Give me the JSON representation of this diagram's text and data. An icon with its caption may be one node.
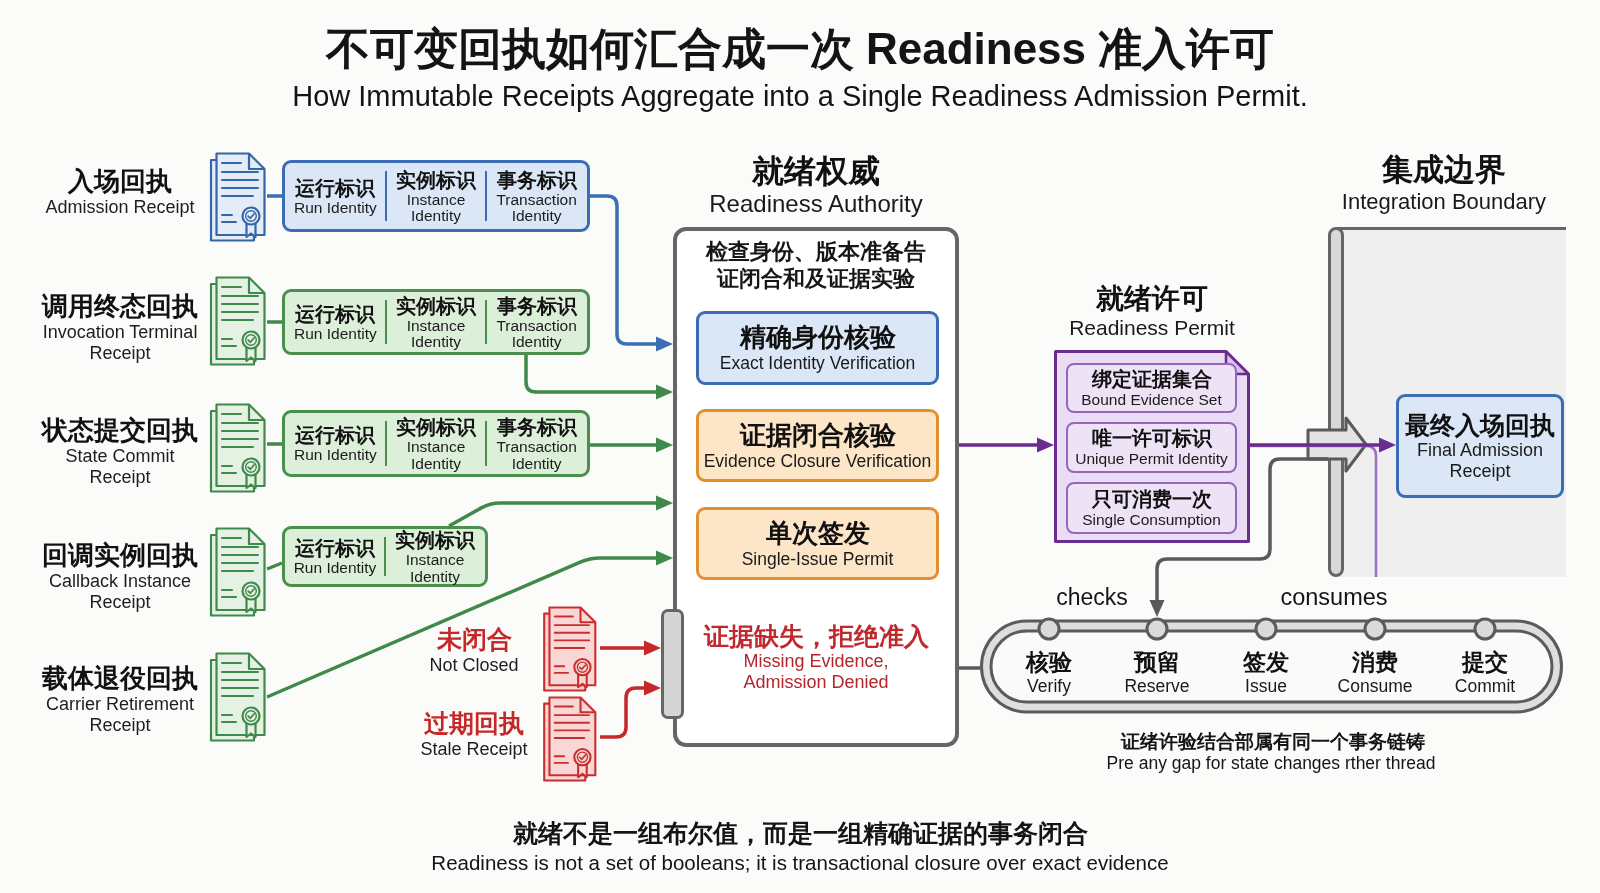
{
  "diagram": {
    "title": "不可变回执如何汇合成一次 Readiness 准入许可",
    "caption": "就绪不是一组布尔值，而是一组精确证据的事务闭合",
    "nodes": [
      {
        "text": [],
        "shape": "document",
        "beside": [
          "入场回执",
          "Admission Receipt"
        ]
      },
      {
        "text": [
          "运行标识",
          "Run Identity",
          "实例标识",
          "Instance Identity",
          "事务标识",
          "Transaction Identity"
        ]
      },
      {
        "text": [],
        "shape": "document",
        "beside": [
          "调用终态回执",
          "Invocation Terminal Receipt"
        ]
      },
      {
        "text": [
          "运行标识",
          "Run Identity",
          "实例标识",
          "Instance Identity",
          "事务标识",
          "Transaction Identity"
        ]
      },
      {
        "text": [],
        "shape": "document",
        "beside": [
          "状态提交回执",
          "State Commit Receipt"
        ]
      },
      {
        "text": [
          "运行标识",
          "Run Identity",
          "实例标识",
          "Instance Identity",
          "事务标识",
          "Transaction Identity"
        ]
      },
      {
        "text": [],
        "shape": "document",
        "beside": [
          "回调实例回执",
          "Callback Instance Receipt"
        ]
      },
      {
        "text": [
          "运行标识",
          "Run Identity",
          "实例标识",
          "Instance Identity"
        ]
      },
      {
        "text": [],
        "shape": "document",
        "beside": [
          "载体退役回执",
          "Carrier Retirement Receipt"
        ]
      },
      {
        "text": [],
        "shape": "document",
        "beside": [
          "未闭合",
          "Not Closed"
        ]
      },
      {
        "text": [],
        "shape": "document",
        "beside": [
          "过期回执",
          "Stale Receipt"
        ]
      },
      {
        "text": [
          "就绪权威",
          "Readiness Authority",
          "检查身份、版本准备告证闭合和及证据实验",
          "证据缺失，拒绝准入",
          "Missing Evidence, Admission Denied"
        ]
      },
      {
        "text": [
          "精确身份核验",
          "Exact Identity Verification"
        ],
        "in": 11
      },
      {
        "text": [
          "证据闭合核验",
          "Evidence Closure Verification"
        ],
        "in": 11
      },
      {
        "text": [
          "单次签发",
          "Single-Issue Permit"
        ],
        "in": 11
      },
      {
        "text": [],
        "shape": "bar"
      },
      {
        "text": [
          "就绪许可",
          "Readiness Permit"
        ]
      },
      {
        "text": [
          "绑定证据集合",
          "Bound Evidence Set"
        ],
        "in": 16
      },
      {
        "text": [
          "唯一许可标识",
          "Unique Permit Identity"
        ],
        "in": 16
      },
      {
        "text": [
          "只可消费一次",
          "Single Consumption"
        ],
        "in": 16
      },
      {
        "text": [
          "集成边界",
          "Integration Boundary"
        ]
      },
      {
        "text": [
          "最终入场回执",
          "Final Admission Receipt"
        ],
        "in": 20
      },
      {
        "text": [],
        "shape": "track"
      },
      {
        "text": [
          "核验",
          "Verify"
        ],
        "in": 22
      },
      {
        "text": [
          "预留",
          "Reserve"
        ],
        "in": 22
      },
      {
        "text": [
          "签发",
          "Issue"
        ],
        "in": 22
      },
      {
        "text": [
          "消费",
          "Consume"
        ],
        "in": 22
      },
      {
        "text": [
          "提交",
          "Commit"
        ],
        "in": 22
      }
    ],
    "edges": [
      {
        "from": 0,
        "to": 1,
        "arrow": "none",
        "color": "#3a6fb5"
      },
      {
        "from": 2,
        "to": 3,
        "arrow": "none"
      },
      {
        "from": 4,
        "to": 5,
        "arrow": "none"
      },
      {
        "from": 6,
        "to": 7,
        "arrow": "none"
      },
      {
        "from": 1,
        "to": 11,
        "arrow": "to",
        "color": "#3a6fb5"
      },
      {
        "from": 3,
        "to": 11,
        "arrow": "to"
      },
      {
        "from": 5,
        "to": 11,
        "arrow": "to"
      },
      {
        "from": 7,
        "to": 11,
        "arrow": "to"
      },
      {
        "from": 8,
        "to": 11,
        "arrow": "to"
      },
      {
        "from": 9,
        "to": 15,
        "arrow": "to",
        "color": "#c62828"
      },
      {
        "from": 10,
        "to": 15,
        "arrow": "to",
        "color": "#c62828"
      },
      {
        "from": 11,
        "to": 16,
        "arrow": "to",
        "color": "#6a2c91"
      },
      {
        "from": 16,
        "to": 21,
        "arrow": "to",
        "color": "#6a2c91"
      },
      {
        "from": 11,
        "to": 22,
        "arrow": "none",
        "color": "#5a5a5a"
      },
      {
        "from": 20,
        "to": 24,
        "arrow": "to",
        "color": "#5a5a5a"
      },
      {
        "from": 16,
        "to": 20,
        "arrow": "none",
        "color": "#9c6fc1"
      }
    ],
    "labels": [
      "How Immutable Receipts Aggregate into a Single Readiness Admission Permit.",
      "checks",
      "consumes",
      "证绪许验结合部属有同一个事务链铸",
      "Pre any gap for state changes rther thread",
      "Readiness is not a set of booleans; it is transactional closure over exact evidence"
    ]
  }
}
